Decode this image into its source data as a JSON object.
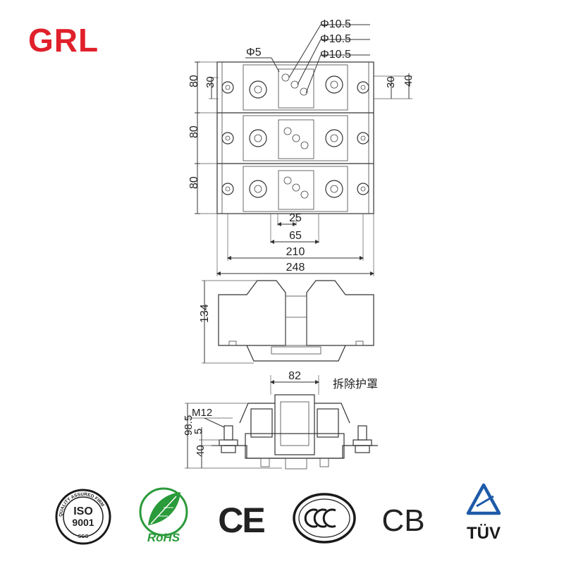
{
  "brand": {
    "logo_text": "GRL",
    "logo_color": "#e0202a"
  },
  "top_view": {
    "diameters": [
      "Φ10.5",
      "Φ10.5",
      "Φ10.5"
    ],
    "small_hole": "Φ5",
    "left_pitch": [
      "80",
      "80",
      "80"
    ],
    "left_inner": "30",
    "right_inner": [
      "30",
      "40"
    ],
    "bottom_dims": [
      "25",
      "65",
      "210",
      "248"
    ]
  },
  "side_view": {
    "height": "134"
  },
  "bottom_view": {
    "width": "82",
    "note": "拆除护罩",
    "thread": "M12",
    "heights": [
      "98.5",
      "5",
      "40"
    ]
  },
  "certifications": {
    "iso_ring": "QUALITY ASSURED FIRM",
    "iso_line1": "ISO",
    "iso_line2": "9001",
    "iso_sub": "SGS",
    "rohs": "RoHS",
    "ce": "CE",
    "cb": "CB",
    "tuv": "TÜV",
    "rohs_color": "#2a9a3a",
    "tuv_color": "#1e5aa8"
  }
}
